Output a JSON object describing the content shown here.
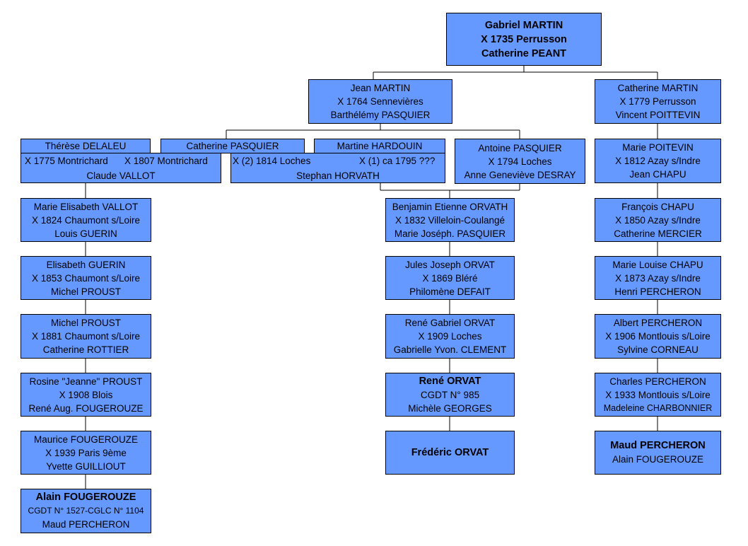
{
  "root": {
    "line1": "Gabriel MARTIN",
    "line2": "X  1735 Perrusson",
    "line3": "Catherine PEANT"
  },
  "jean": {
    "line1": "Jean MARTIN",
    "line2": "X  1764 Sennevières",
    "line3": "Barthélémy PASQUIER"
  },
  "cath_m": {
    "line1": "Catherine MARTIN",
    "line2": "X  1779 Perrusson",
    "line3": "Vincent POITTEVIN"
  },
  "therese": {
    "line1": "Thérèse DELALEU"
  },
  "cath_p": {
    "line1": "Catherine PASQUIER"
  },
  "martine": {
    "line1": "Martine HARDOUIN"
  },
  "vallot_marr": {
    "left": "X 1775 Montrichard",
    "right": "X 1807 Montrichard",
    "spouse": "Claude VALLOT"
  },
  "horvath_marr": {
    "left": "X (2) 1814 Loches",
    "right": "X (1) ca 1795  ???",
    "spouse": "Stephan HORVATH"
  },
  "antoine": {
    "line1": "Antoine PASQUIER",
    "line2": "X  1794 Loches",
    "line3": "Anne Geneviève DESRAY"
  },
  "left_col": [
    {
      "line1": "Marie Elisabeth VALLOT",
      "line2": "X  1824 Chaumont s/Loire",
      "line3": "Louis GUERIN"
    },
    {
      "line1": "Elisabeth GUERIN",
      "line2": "X  1853 Chaumont s/Loire",
      "line3": "Michel PROUST"
    },
    {
      "line1": "Michel PROUST",
      "line2": "X  1881 Chaumont s/Loire",
      "line3": "Catherine ROTTIER"
    },
    {
      "line1": "Rosine \"Jeanne\" PROUST",
      "line2": "X  1908 Blois",
      "line3": "René Aug. FOUGEROUZE"
    },
    {
      "line1": "Maurice FOUGEROUZE",
      "line2": "X  1939 Paris 9ème",
      "line3": "Yvette GUILLIOUT"
    },
    {
      "line1": "Alain FOUGEROUZE",
      "line2": "CGDT N° 1527-CGLC N° 1104",
      "line3": "Maud PERCHERON"
    }
  ],
  "mid_col": [
    {
      "line1": "Benjamin Etienne ORVATH",
      "line2": "X  1832 Villeloin-Coulangé",
      "line3": "Marie Joséph. PASQUIER"
    },
    {
      "line1": "Jules Joseph ORVAT",
      "line2": "X  1869 Bléré",
      "line3": "Philomène DEFAIT"
    },
    {
      "line1": "René Gabriel ORVAT",
      "line2": "X  1909 Loches",
      "line3": "Gabrielle Yvon. CLEMENT"
    },
    {
      "line1": "René ORVAT",
      "line2": "CGDT N° 985",
      "line3": "Michèle GEORGES"
    },
    {
      "line1": "Frédéric ORVAT"
    }
  ],
  "right_col": [
    {
      "line1": "Marie POITEVIN",
      "line2": "X  1812 Azay s/Indre",
      "line3": "Jean CHAPU"
    },
    {
      "line1": "François CHAPU",
      "line2": "X  1850 Azay s/Indre",
      "line3": "Catherine MERCIER"
    },
    {
      "line1": "Marie Louise CHAPU",
      "line2": "X  1873 Azay s/Indre",
      "line3": "Henri PERCHERON"
    },
    {
      "line1": "Albert PERCHERON",
      "line2": "X  1906 Montlouis s/Loire",
      "line3": "Sylvine CORNEAU"
    },
    {
      "line1": "Charles PERCHERON",
      "line2": "X  1933 Montlouis s/Loire",
      "line3": "Madeleine CHARBONNIER"
    },
    {
      "line1": "Maud PERCHERON",
      "line2": "Alain FOUGEROUZE"
    }
  ]
}
